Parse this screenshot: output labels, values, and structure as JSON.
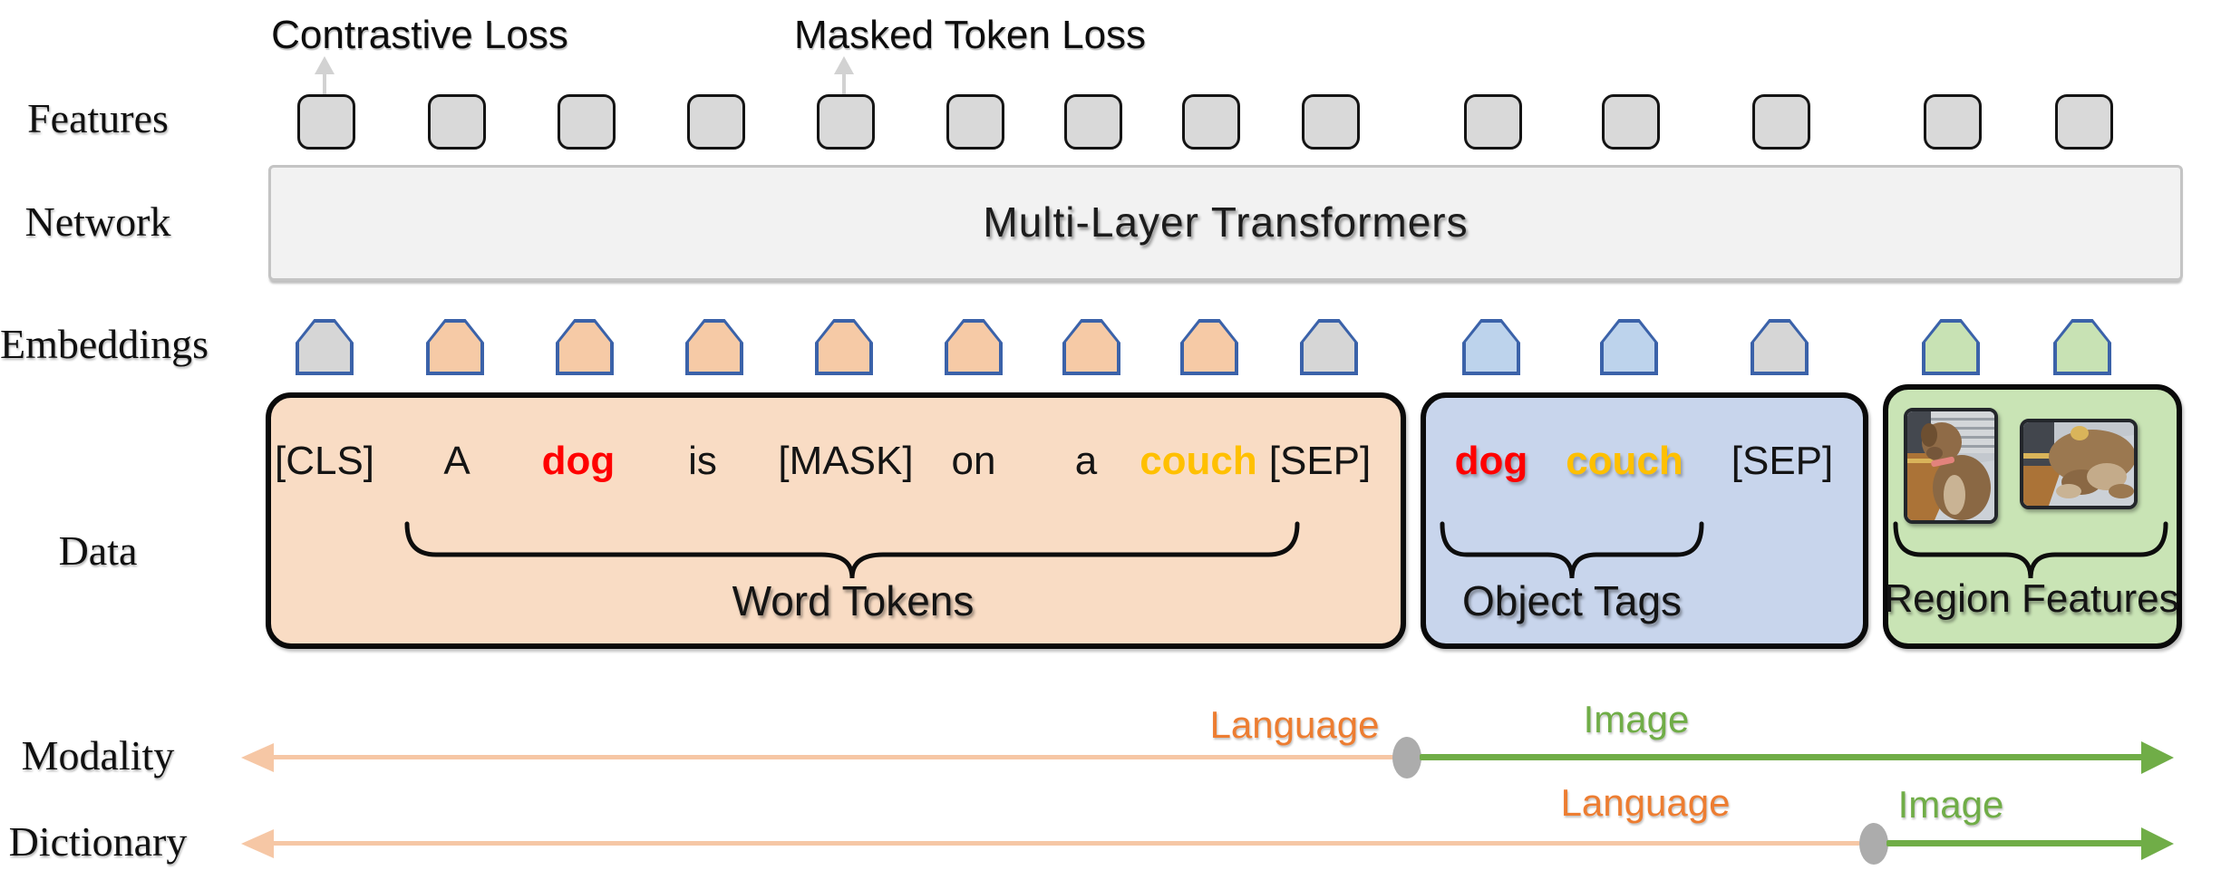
{
  "row_labels": {
    "features": "Features",
    "network": "Network",
    "embeddings": "Embeddings",
    "data": "Data",
    "modality": "Modality",
    "dictionary": "Dictionary"
  },
  "losses": {
    "contrastive": "Contrastive Loss",
    "masked_token": "Masked Token Loss"
  },
  "network": {
    "title": "Multi-Layer Transformers"
  },
  "features": {
    "count": 14
  },
  "embeddings": {
    "count": 14,
    "items": [
      {
        "color": "#d6d6d6"
      },
      {
        "color": "#f6caa6"
      },
      {
        "color": "#f6caa6"
      },
      {
        "color": "#f6caa6"
      },
      {
        "color": "#f6caa6"
      },
      {
        "color": "#f6caa6"
      },
      {
        "color": "#f6caa6"
      },
      {
        "color": "#f6caa6"
      },
      {
        "color": "#d6d6d6"
      },
      {
        "color": "#bdd3ec"
      },
      {
        "color": "#bdd3ec"
      },
      {
        "color": "#d6d6d6"
      },
      {
        "color": "#c8e2b4"
      },
      {
        "color": "#c8e2b4"
      }
    ]
  },
  "data_row": {
    "word_tokens": {
      "label": "Word Tokens",
      "box_color": "#f9dcc4",
      "tokens": [
        {
          "text": "[CLS]",
          "color": "#141414",
          "weight": "normal"
        },
        {
          "text": "A",
          "color": "#141414",
          "weight": "normal"
        },
        {
          "text": "dog",
          "color": "#ff0000",
          "weight": "bold"
        },
        {
          "text": "is",
          "color": "#141414",
          "weight": "normal"
        },
        {
          "text": "[MASK]",
          "color": "#141414",
          "weight": "normal"
        },
        {
          "text": "on",
          "color": "#141414",
          "weight": "normal"
        },
        {
          "text": "a",
          "color": "#141414",
          "weight": "normal"
        },
        {
          "text": "couch",
          "color": "#ffc000",
          "weight": "bold"
        },
        {
          "text": "[SEP]",
          "color": "#141414",
          "weight": "normal"
        }
      ]
    },
    "object_tags": {
      "label": "Object Tags",
      "box_color": "#c8d5ec",
      "tokens": [
        {
          "text": "dog",
          "color": "#ff0000",
          "weight": "bold"
        },
        {
          "text": "couch",
          "color": "#ffc000",
          "weight": "bold"
        },
        {
          "text": "[SEP]",
          "color": "#141414",
          "weight": "normal"
        }
      ]
    },
    "region_features": {
      "label": "Region Features",
      "box_color": "#c9e4b5",
      "image_count": 2
    }
  },
  "axes": {
    "modality": {
      "language": "Language",
      "image": "Image"
    },
    "dictionary": {
      "language": "Language",
      "image": "Image"
    }
  },
  "palette": {
    "pentagon_border": "#3b62a9",
    "peach_arrow": "#f6c7a5",
    "green_arrow": "#70ad47",
    "orange_text": "#ed7d31",
    "green_text": "#70ad47",
    "feature_fill": "#d9d9d9",
    "network_fill": "#f2f2f2"
  }
}
